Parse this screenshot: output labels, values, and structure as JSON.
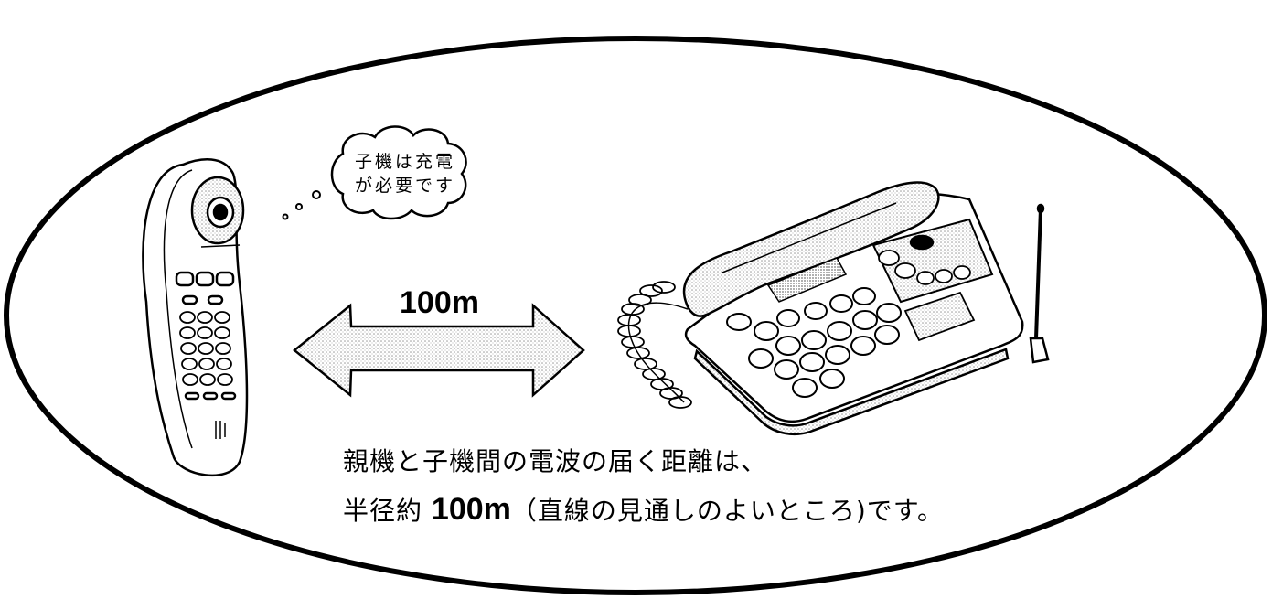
{
  "speech_bubble": {
    "line1": "子機は充電",
    "line2": "が必要です"
  },
  "distance_arrow": {
    "label": "100m"
  },
  "caption": {
    "line1": "親機と子機間の電波の届く距離は、",
    "line2_prefix": "半径約 ",
    "line2_value": "100m",
    "line2_suffix": "（直線の見通しのよいところ)です。"
  },
  "icons": [
    "handset-icon",
    "base-phone-icon",
    "double-arrow-icon",
    "speech-bubble-icon"
  ],
  "colors": {
    "line": "#000000",
    "background": "#ffffff",
    "shade": "#cccccc"
  }
}
